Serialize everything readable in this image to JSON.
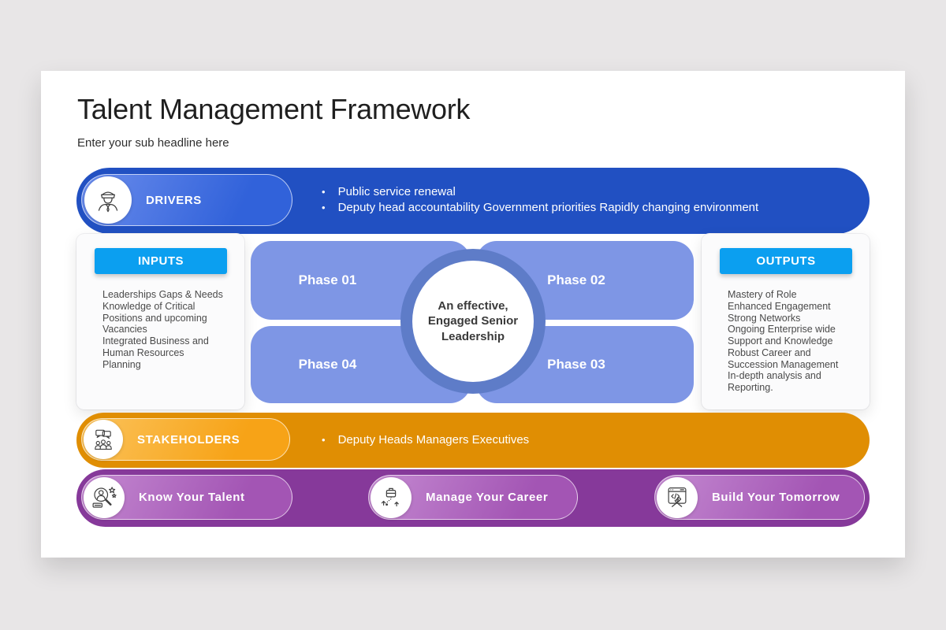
{
  "page": {
    "title": "Talent Management Framework",
    "subtitle": "Enter your sub headline here"
  },
  "colors": {
    "drivers_blue": "#3162da",
    "io_header_blue": "#0b9ff0",
    "phase_fill": "#7e96e5",
    "phase_ring": "#5e7cc8",
    "stakeholders_orange": "#f7a30f",
    "bottom_purple": "#a355b4",
    "slide_bg": "#ffffff",
    "page_bg": "#e8e6e7"
  },
  "drivers": {
    "label": "DRIVERS",
    "icon": "officer-icon",
    "bullets": [
      "Public service renewal",
      "Deputy head accountability Government priorities Rapidly changing environment"
    ]
  },
  "inputs": {
    "label": "INPUTS",
    "body": "Leaderships Gaps & Needs\nKnowledge of Critical\nPositions and upcoming\nVacancies\nIntegrated Business and\nHuman Resources\nPlanning"
  },
  "outputs": {
    "label": "OUTPUTS",
    "body": "Mastery of Role\nEnhanced Engagement\nStrong Networks\nOngoing Enterprise wide\nSupport and Knowledge\nRobust Career and\nSuccession Management\nIn-depth analysis and\nReporting."
  },
  "phases": {
    "p1": "Phase 01",
    "p2": "Phase 02",
    "p3": "Phase 03",
    "p4": "Phase 04",
    "center": "An effective,\nEngaged Senior\nLeadership"
  },
  "stakeholders": {
    "label": "STAKEHOLDERS",
    "icon": "group-chat-icon",
    "bullets": [
      "Deputy Heads Managers Executives"
    ]
  },
  "bottom": {
    "items": [
      {
        "label": "Know Your Talent",
        "icon": "talent-search-icon"
      },
      {
        "label": "Manage Your Career",
        "icon": "career-path-icon"
      },
      {
        "label": "Build Your Tomorrow",
        "icon": "build-tools-icon"
      }
    ]
  }
}
